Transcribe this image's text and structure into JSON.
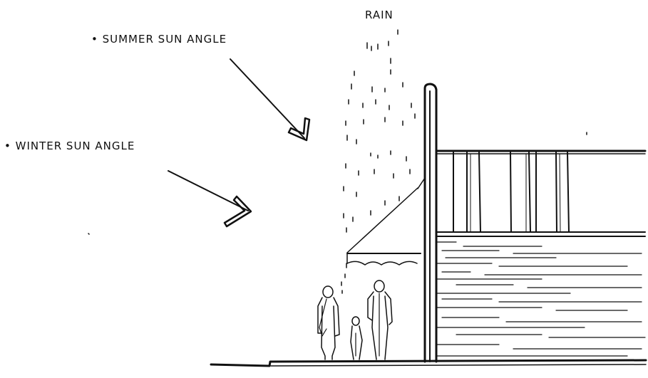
{
  "labels": {
    "rain": "RAIN",
    "summer": "• SUMMER SUN ANGLE",
    "winter": "• WINTER SUN ANGLE"
  },
  "colors": {
    "ink": "#111111",
    "paper": "#ffffff"
  }
}
